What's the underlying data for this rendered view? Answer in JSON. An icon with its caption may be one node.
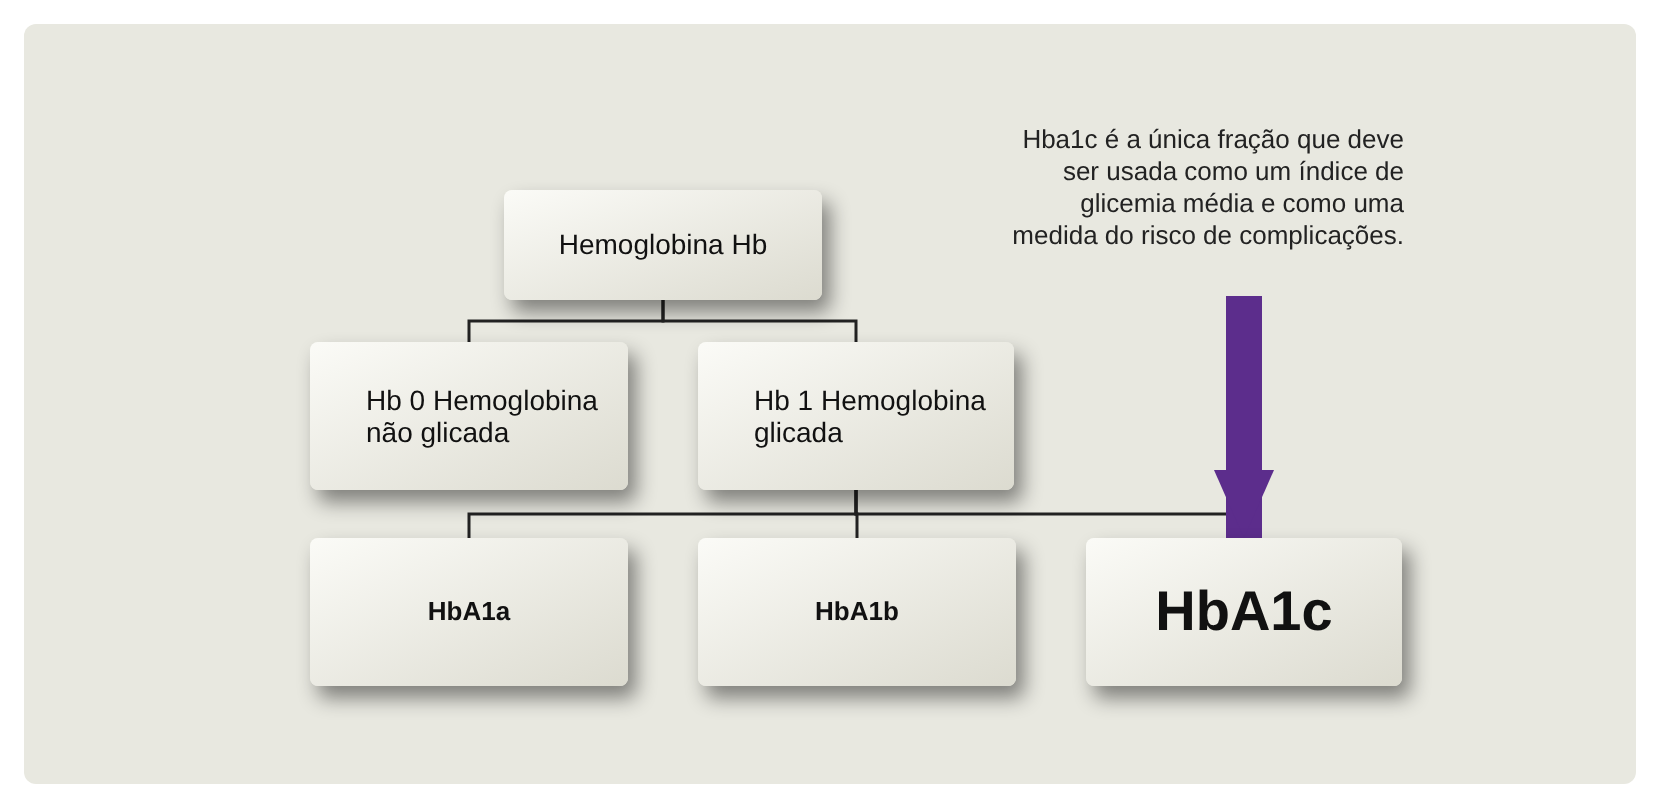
{
  "diagram": {
    "nodes": [
      {
        "text": [
          "Hemoglobina Hb"
        ]
      },
      {
        "text": [
          "Hb 0 Hemoglobina não glicada"
        ]
      },
      {
        "text": [
          "Hb 1 Hemoglobina glicada"
        ]
      },
      {
        "text": [
          "HbA1a"
        ]
      },
      {
        "text": [
          "HbA1b"
        ]
      },
      {
        "text": [
          "HbA1c"
        ]
      },
      {
        "text": [
          "Hba1c é a única fração que deve ser usada como um índice de glicemia média e como uma medida do risco de complicações."
        ]
      }
    ],
    "edges": [
      {
        "from": 0,
        "to": 1,
        "arrow": "none"
      },
      {
        "from": 0,
        "to": 2,
        "arrow": "none"
      },
      {
        "from": 2,
        "to": 3,
        "arrow": "none"
      },
      {
        "from": 2,
        "to": 4,
        "arrow": "none"
      },
      {
        "from": 2,
        "to": 5,
        "arrow": "none"
      },
      {
        "from": 6,
        "to": 5,
        "arrow": "to",
        "style": "thick",
        "color": "#5c2d8c"
      }
    ]
  }
}
